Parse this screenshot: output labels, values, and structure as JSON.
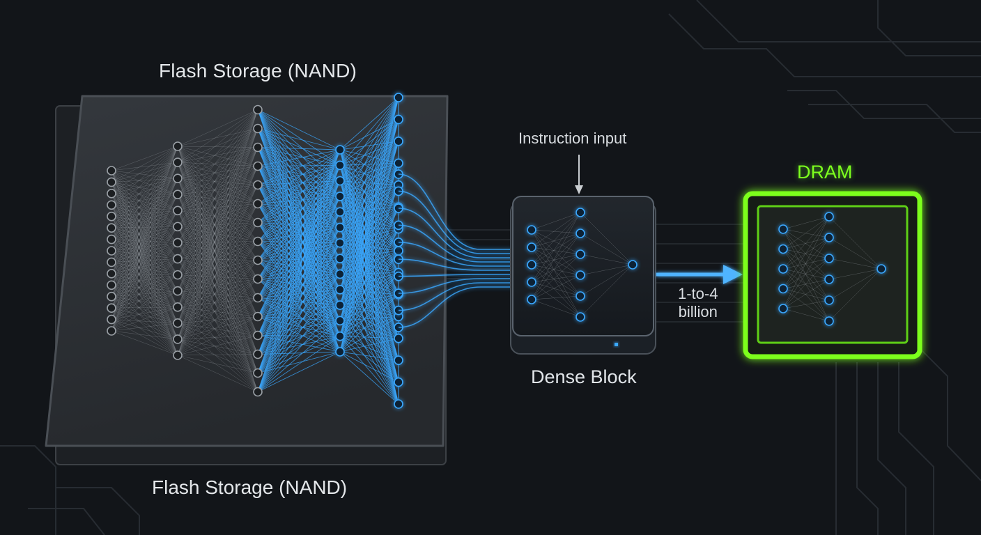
{
  "labels": {
    "flash_top": "Flash Storage (NAND)",
    "flash_bottom": "Flash Storage (NAND)",
    "instruction": "Instruction input",
    "dense_block": "Dense Block",
    "dram": "DRAM",
    "param_line1": "1-to-4",
    "param_line2": "billion"
  },
  "network": {
    "flash_layers": [
      15,
      14,
      16,
      14,
      15,
      10
    ],
    "dense_layers": [
      5,
      6,
      1
    ],
    "dram_layers": [
      5,
      6,
      1
    ]
  },
  "colors": {
    "background": "#121519",
    "panel": "#2b2e32",
    "glow_blue": "#3aa8ff",
    "glow_green": "#7dff1e",
    "gray_node": "#9aa0a6"
  },
  "icons": {
    "instruction_arrow": "arrow-down-icon",
    "flow_arrow": "arrow-right-icon"
  }
}
